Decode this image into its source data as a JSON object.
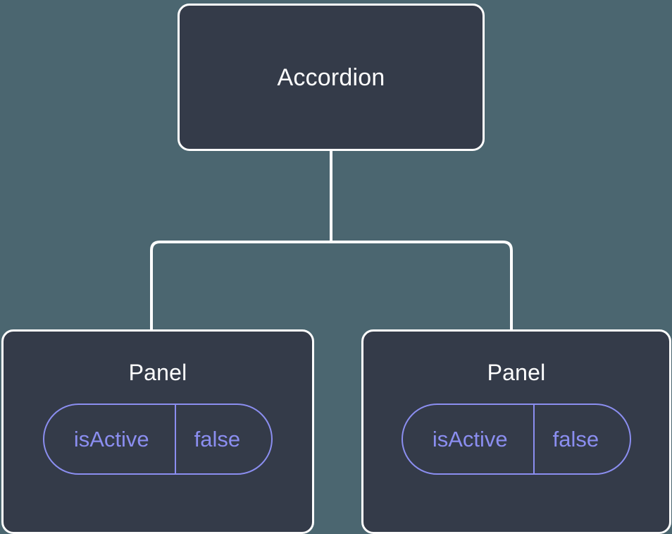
{
  "diagram": {
    "type": "component-tree",
    "background_color": "#4b6670",
    "node_fill_color": "#343b49",
    "node_border_color": "#ffffff",
    "accent_color": "#8b8ef0",
    "edge_color": "#ffffff"
  },
  "root": {
    "title": "Accordion"
  },
  "children": [
    {
      "title": "Panel",
      "state": {
        "key": "isActive",
        "value": "false"
      }
    },
    {
      "title": "Panel",
      "state": {
        "key": "isActive",
        "value": "false"
      }
    }
  ]
}
